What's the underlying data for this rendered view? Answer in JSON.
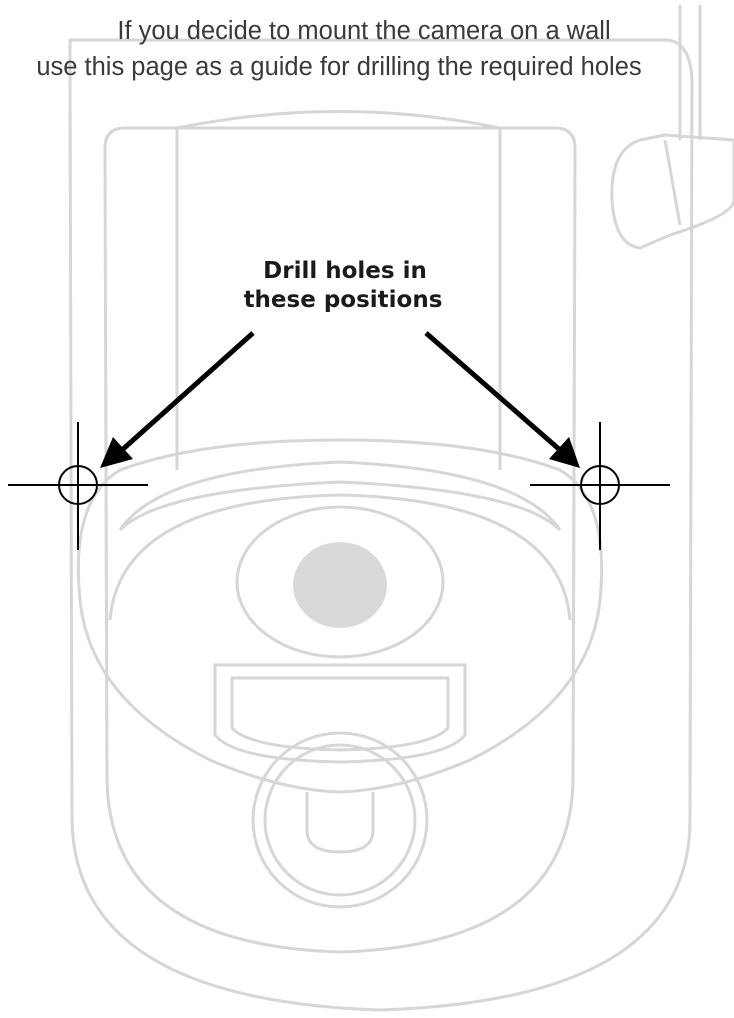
{
  "instructions": {
    "line1": "If you decide to mount the camera on a wall",
    "line2": "use this page as a guide for drilling the required holes"
  },
  "callout": {
    "line1": "Drill holes in",
    "line2": "these positions"
  },
  "colors": {
    "outline": "#d6d6d6",
    "lens_fill": "#d9d9d9",
    "marker": "#000000",
    "text": "#3a3a3a"
  }
}
